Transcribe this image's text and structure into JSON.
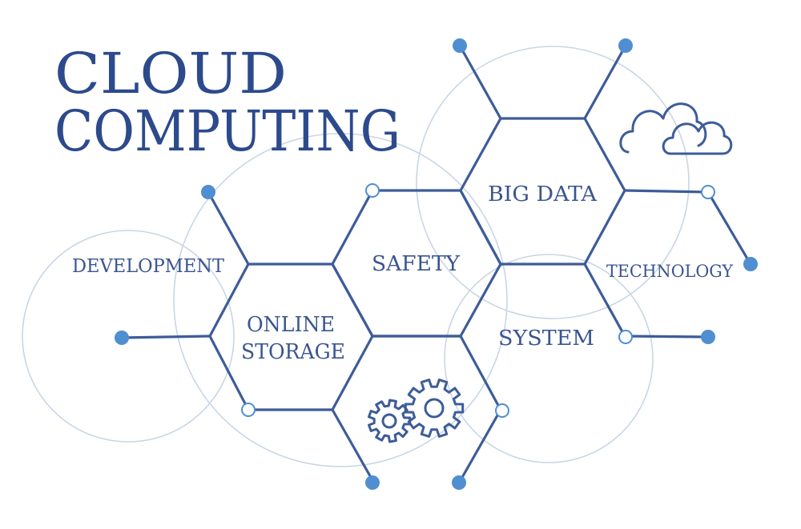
{
  "title": {
    "line1": "CLOUD",
    "line2": "COMPUTING"
  },
  "labels": {
    "development": "DEVELOPMENT",
    "online_storage_line1": "ONLINE",
    "online_storage_line2": "STORAGE",
    "safety": "SAFETY",
    "big_data": "BIG DATA",
    "system": "SYSTEM",
    "technology": "TECHNOLOGY"
  },
  "icons": {
    "cloud": "cloud-icon",
    "gears": "gears-icon"
  },
  "colors": {
    "title": "#2c4a8c",
    "line": "#3d5c99",
    "node": "#4f8ed0",
    "ring": "#c9d6e6",
    "text": "#3a5590"
  }
}
